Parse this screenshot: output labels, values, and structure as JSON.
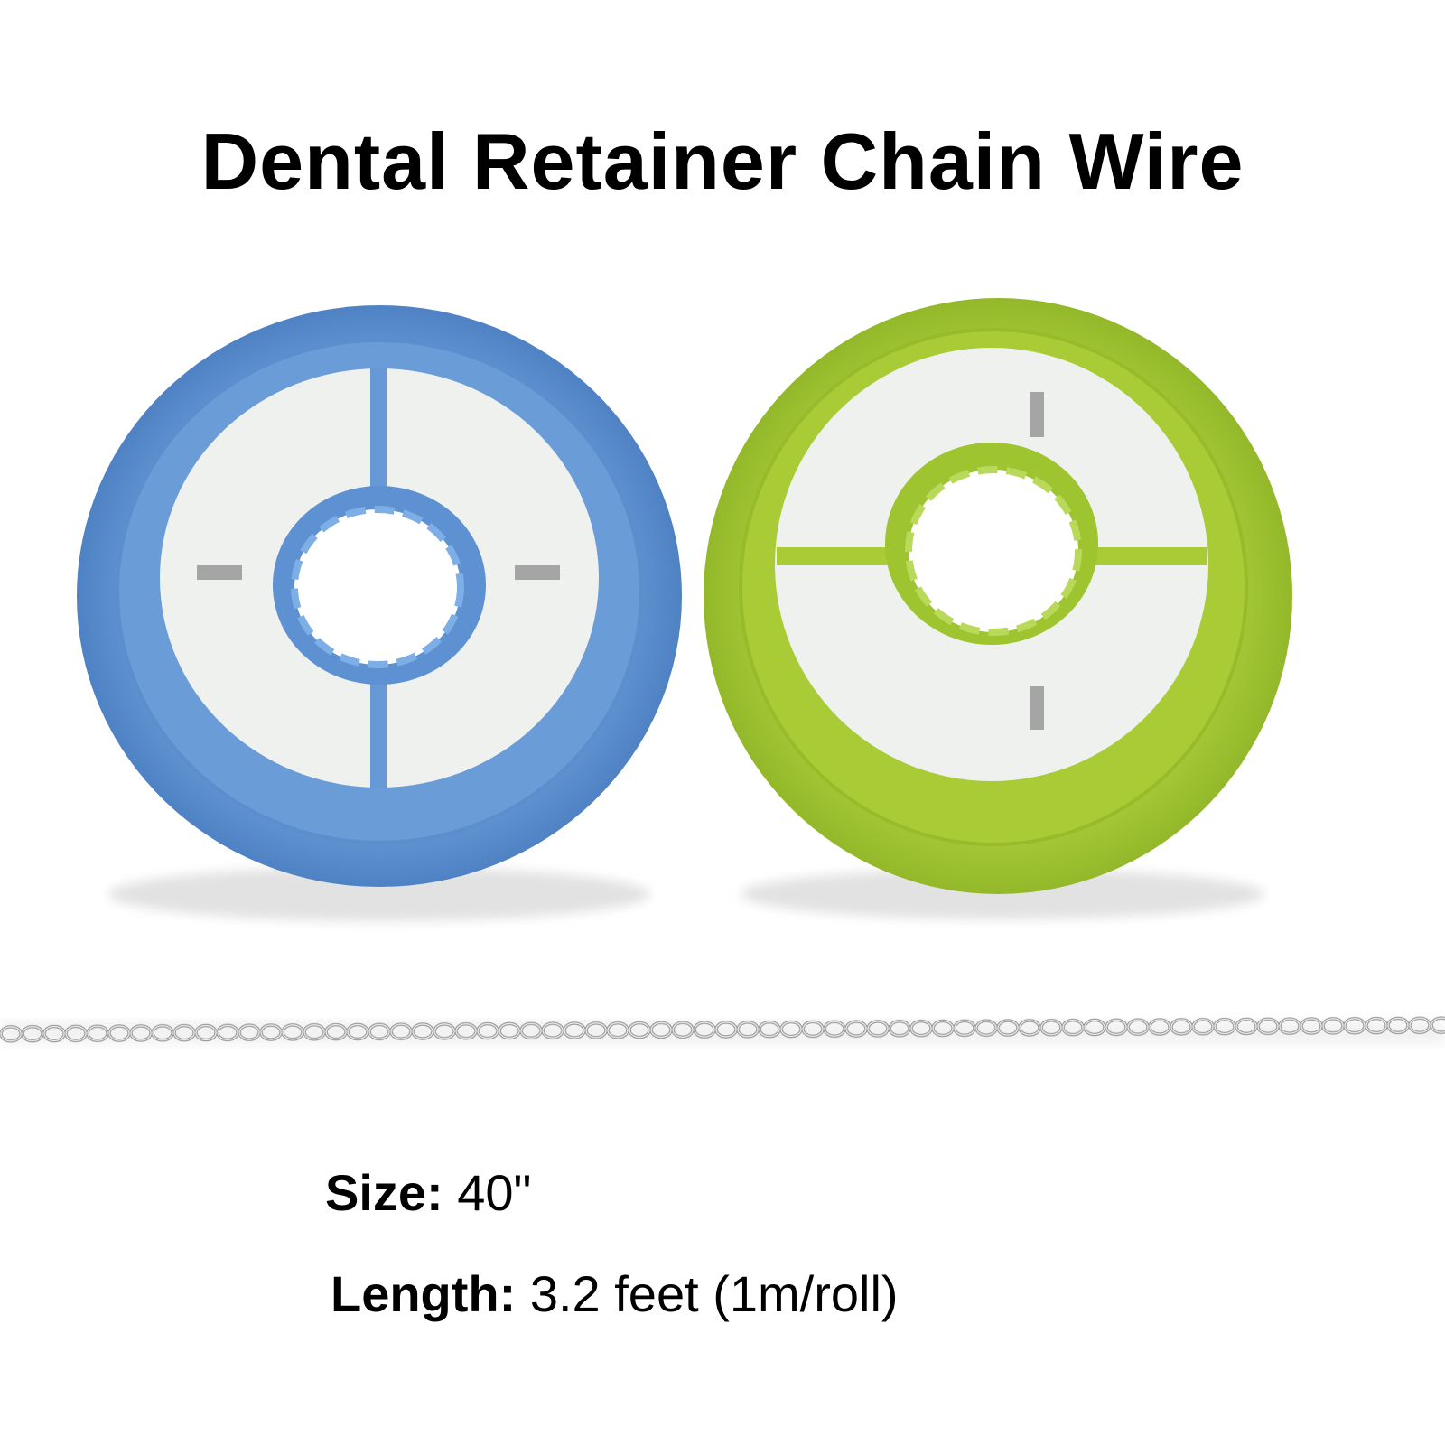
{
  "title": "Dental Retainer Chain Wire",
  "specs": {
    "size_label": "Size:",
    "size_value": "40\"",
    "length_label": "Length:",
    "length_value": "3.2 feet (1m/roll)"
  },
  "colors": {
    "blue_spool": "#6799d6",
    "green_spool": "#a9cc36",
    "label_white": "#eef1ee",
    "wire_silver": "#b9b9b9"
  },
  "icons": {
    "left_spool": "blue-spool",
    "right_spool": "green-spool",
    "chain": "chain-wire"
  }
}
